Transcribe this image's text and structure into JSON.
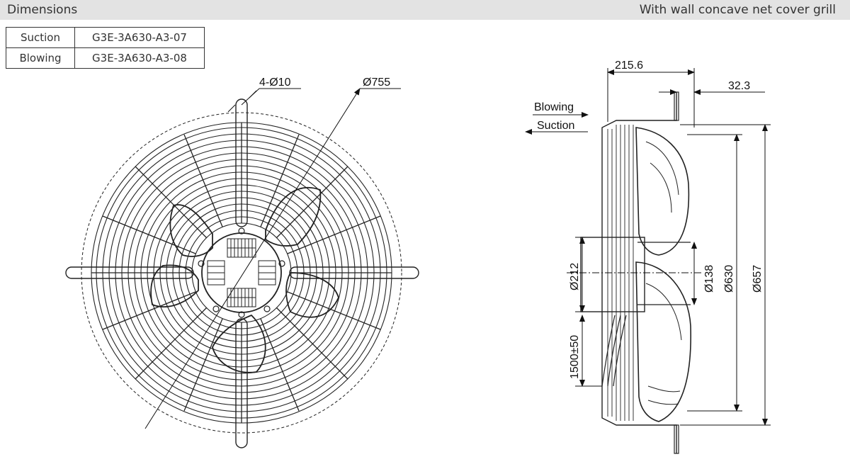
{
  "header": {
    "title": "Dimensions",
    "subtitle": "With wall concave net cover grill"
  },
  "models": [
    {
      "direction": "Suction",
      "model": "G3E-3A630-A3-07"
    },
    {
      "direction": "Blowing",
      "model": "G3E-3A630-A3-08"
    }
  ],
  "front_view": {
    "mounting_holes": "4-Ø10",
    "outer_diameter": "Ø755"
  },
  "side_view": {
    "depth": "215.6",
    "offset": "32.3",
    "blowing_label": "Blowing",
    "suction_label": "Suction",
    "hub_diameter": "Ø212",
    "shaft_diameter": "Ø138",
    "blade_diameter": "Ø630",
    "guard_diameter": "Ø657",
    "cable_length": "1500±50"
  }
}
